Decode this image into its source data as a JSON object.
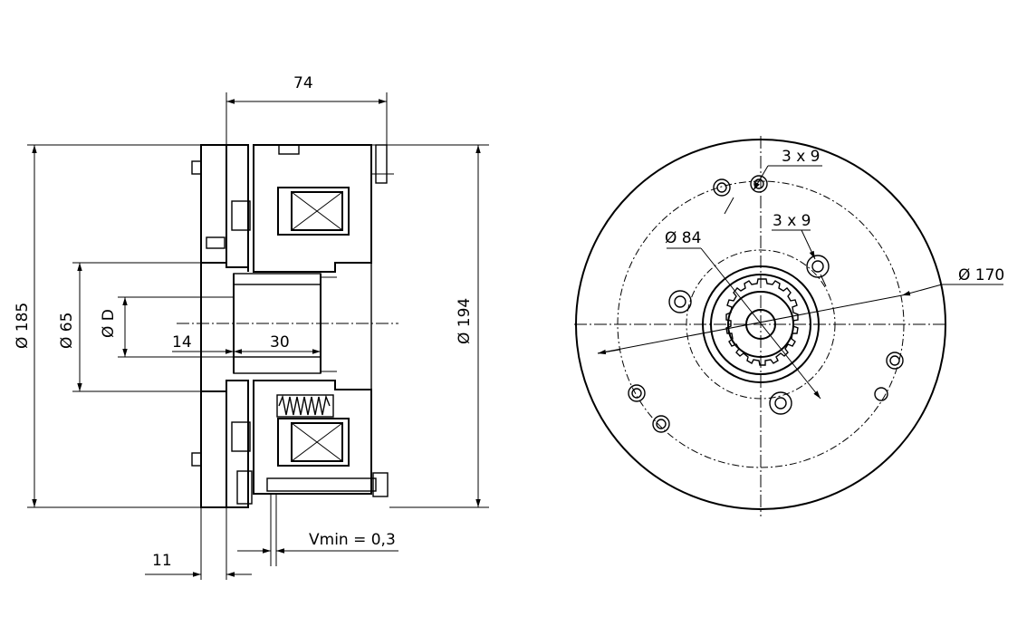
{
  "side_view": {
    "dim_length": "74",
    "dim_outer_dia": "Ø 185",
    "dim_flange_dia": "Ø 194",
    "dim_bore_65": "Ø 65",
    "dim_bore_d": "Ø D",
    "dim_14": "14",
    "dim_30": "30",
    "dim_11": "11",
    "dim_air_gap": "Vmin = 0,3"
  },
  "front_view": {
    "holes_top": "3 x 9",
    "holes_right": "3 x 9",
    "dim_pcd_84": "Ø 84",
    "dim_pcd_170": "Ø 170"
  }
}
